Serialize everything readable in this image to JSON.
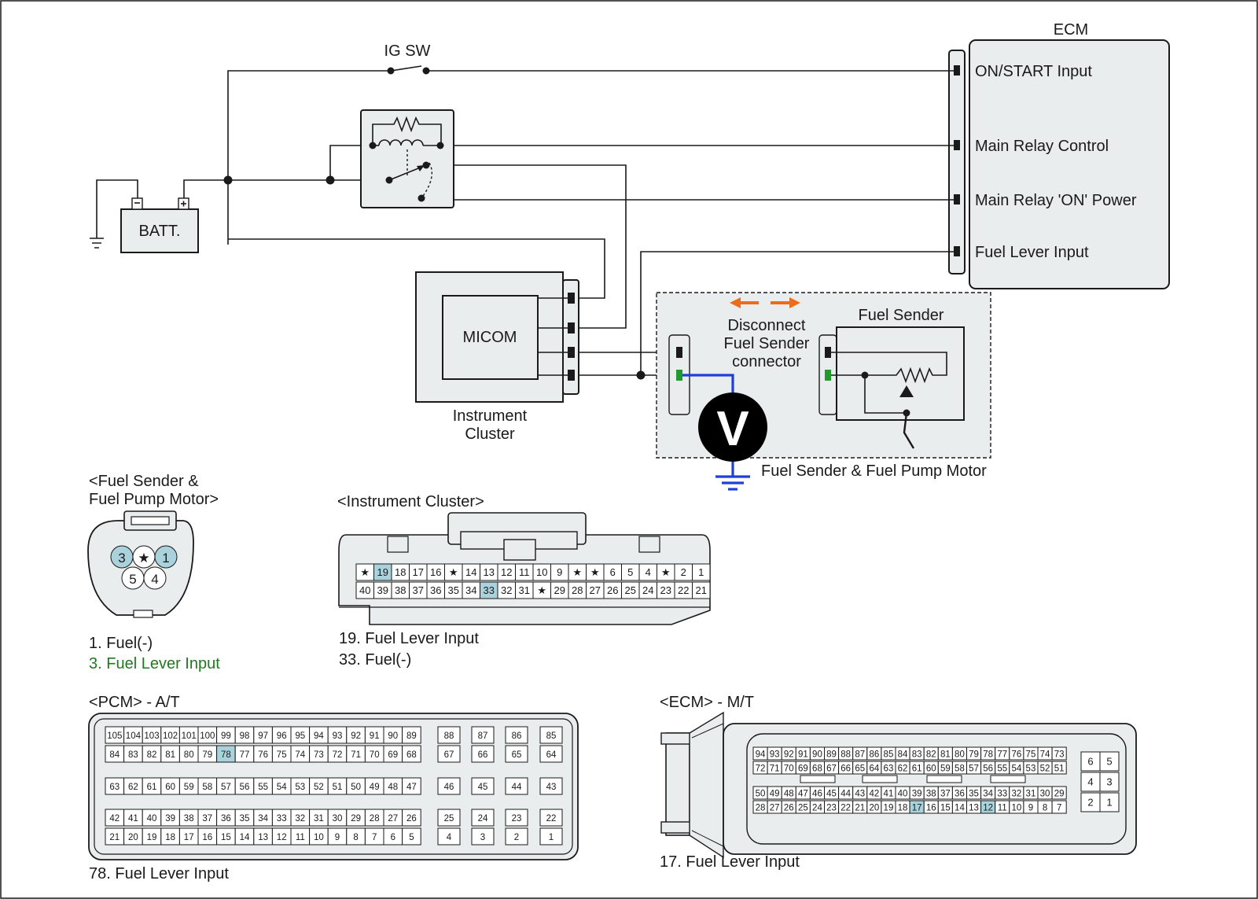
{
  "colors": {
    "panel": "#e9eded",
    "highlight": "#a9d2dc",
    "probe_wire": "#1f3fd6",
    "green_pin": "#1f9a2c",
    "arrow": "#ee6a1c",
    "green_text": "#1f7a1f"
  },
  "schematic": {
    "ecm": {
      "title": "ECM",
      "pins": [
        "ON/START Input",
        "Main Relay Control",
        "Main Relay 'ON' Power",
        "Fuel Lever Input"
      ]
    },
    "ig_sw": "IG SW",
    "battery": "BATT.",
    "micom": "MICOM",
    "instrument_cluster": [
      "Instrument",
      "Cluster"
    ],
    "disconnect_note": [
      "Disconnect",
      "Fuel Sender",
      "connector"
    ],
    "fuel_sender": "Fuel Sender",
    "voltmeter": "V",
    "fuel_pump_caption": "Fuel Sender & Fuel Pump Motor"
  },
  "fuel_sender_connector": {
    "title": [
      "<Fuel Sender &",
      "Fuel Pump Motor>"
    ],
    "pins": [
      "3",
      "★",
      "1",
      "5",
      "4"
    ],
    "highlighted": [
      "3",
      "1"
    ],
    "notes": [
      "1. Fuel(-)",
      "3. Fuel Lever Input"
    ]
  },
  "instrument_connector": {
    "title": "<Instrument Cluster>",
    "row1": [
      "★",
      "19",
      "18",
      "17",
      "16",
      "★",
      "14",
      "13",
      "12",
      "11",
      "10",
      "9",
      "★",
      "★",
      "6",
      "5",
      "4",
      "★",
      "2",
      "1"
    ],
    "row2": [
      "40",
      "39",
      "38",
      "37",
      "36",
      "35",
      "34",
      "33",
      "32",
      "31",
      "★",
      "29",
      "28",
      "27",
      "26",
      "25",
      "24",
      "23",
      "22",
      "21"
    ],
    "highlighted": [
      "19",
      "33"
    ],
    "notes": [
      "19. Fuel Lever Input",
      "33. Fuel(-)"
    ]
  },
  "pcm_connector": {
    "title": "<PCM> - A/T",
    "block_a_row1": [
      "105",
      "104",
      "103",
      "102",
      "101",
      "100",
      "99",
      "98",
      "97",
      "96",
      "95",
      "94",
      "93",
      "92",
      "91",
      "90",
      "89"
    ],
    "block_a_row2": [
      "84",
      "83",
      "82",
      "81",
      "80",
      "79",
      "78",
      "77",
      "76",
      "75",
      "74",
      "73",
      "72",
      "71",
      "70",
      "69",
      "68"
    ],
    "block_b_row": [
      "63",
      "62",
      "61",
      "60",
      "59",
      "58",
      "57",
      "56",
      "55",
      "54",
      "53",
      "52",
      "51",
      "50",
      "49",
      "48",
      "47"
    ],
    "block_c_row1": [
      "42",
      "41",
      "40",
      "39",
      "38",
      "37",
      "36",
      "35",
      "34",
      "33",
      "32",
      "31",
      "30",
      "29",
      "28",
      "27",
      "26"
    ],
    "block_c_row2": [
      "21",
      "20",
      "19",
      "18",
      "17",
      "16",
      "15",
      "14",
      "13",
      "12",
      "11",
      "10",
      "9",
      "8",
      "7",
      "6",
      "5"
    ],
    "side_cells": [
      [
        "88",
        "67"
      ],
      [
        "87",
        "66"
      ],
      [
        "86",
        "65"
      ],
      [
        "85",
        "64"
      ],
      [
        "46"
      ],
      [
        "45"
      ],
      [
        "44"
      ],
      [
        "43"
      ],
      [
        "25",
        "4"
      ],
      [
        "24",
        "3"
      ],
      [
        "23",
        "2"
      ],
      [
        "22",
        "1"
      ]
    ],
    "highlighted": [
      "78"
    ],
    "note": "78. Fuel Lever Input"
  },
  "ecm_connector": {
    "title": "<ECM> - M/T",
    "top_row1": [
      "94",
      "93",
      "92",
      "91",
      "90",
      "89",
      "88",
      "87",
      "86",
      "85",
      "84",
      "83",
      "82",
      "81",
      "80",
      "79",
      "78",
      "77",
      "76",
      "75",
      "74",
      "73"
    ],
    "top_row2": [
      "72",
      "71",
      "70",
      "69",
      "68",
      "67",
      "66",
      "65",
      "64",
      "63",
      "62",
      "61",
      "60",
      "59",
      "58",
      "57",
      "56",
      "55",
      "54",
      "53",
      "52",
      "51"
    ],
    "bot_row1": [
      "50",
      "49",
      "48",
      "47",
      "46",
      "45",
      "44",
      "43",
      "42",
      "41",
      "40",
      "39",
      "38",
      "37",
      "36",
      "35",
      "34",
      "33",
      "32",
      "31",
      "30",
      "29"
    ],
    "bot_row2": [
      "28",
      "27",
      "26",
      "25",
      "24",
      "23",
      "22",
      "21",
      "20",
      "19",
      "18",
      "17",
      "16",
      "15",
      "14",
      "13",
      "12",
      "11",
      "10",
      "9",
      "8",
      "7"
    ],
    "small_block": [
      [
        "6",
        "5"
      ],
      [
        "4",
        "3"
      ],
      [
        "2",
        "1"
      ]
    ],
    "highlighted": [
      "17",
      "12"
    ],
    "note": "17. Fuel Lever Input"
  }
}
